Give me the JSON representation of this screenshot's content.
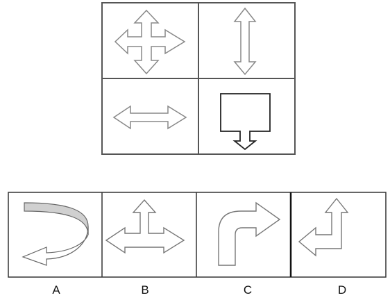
{
  "grid": {
    "cells": [
      {
        "icon": "four-way-arrow-icon"
      },
      {
        "icon": "vertical-double-arrow-icon"
      },
      {
        "icon": "horizontal-double-arrow-icon"
      },
      {
        "icon": "box-with-down-arrow-icon"
      }
    ]
  },
  "options": [
    {
      "letter": "A",
      "icon": "u-turn-arrow-icon"
    },
    {
      "letter": "B",
      "icon": "three-way-arrow-icon"
    },
    {
      "letter": "C",
      "icon": "curved-right-arrow-icon"
    },
    {
      "letter": "D",
      "icon": "corner-two-way-arrow-icon"
    }
  ],
  "colors": {
    "line": "#555555",
    "stroke": "#777777",
    "shade": "#d0d0d0"
  }
}
